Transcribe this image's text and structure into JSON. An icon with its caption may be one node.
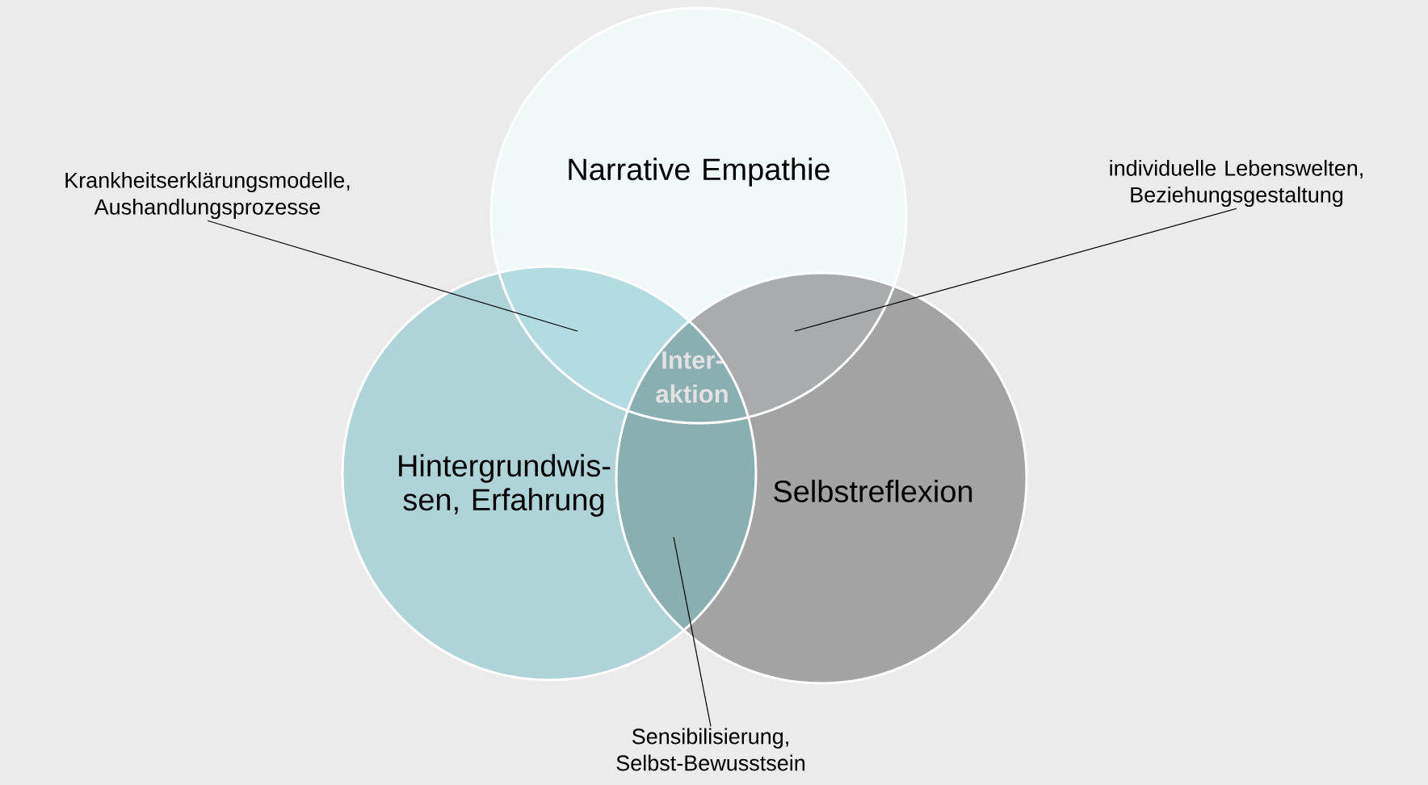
{
  "diagram": {
    "nodes": [
      {
        "text": [
          "Narrative Empathie"
        ]
      },
      {
        "text": [
          "Hintergrundwis- sen, Erfahrung"
        ]
      },
      {
        "text": [
          "Selbstreflexion"
        ]
      },
      {
        "text": [
          "Krankheitserklärungsmodelle, Aushandlungsprozesse"
        ]
      },
      {
        "text": [
          "individuelle Lebenswelten, Beziehungsgestaltung"
        ]
      },
      {
        "text": [
          "Sensibilisierung, Selbst-Bewusstsein"
        ]
      }
    ],
    "edges": [
      {
        "from": 3,
        "to": 1,
        "arrow": "none"
      },
      {
        "from": 4,
        "to": 2,
        "arrow": "none"
      },
      {
        "from": 5,
        "to": 2,
        "arrow": "none"
      }
    ],
    "labels": [
      "Inter- aktion"
    ]
  }
}
